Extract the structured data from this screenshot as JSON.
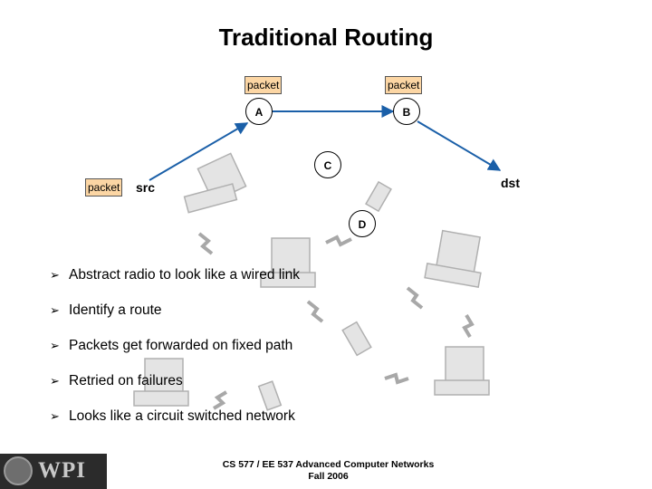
{
  "slide": {
    "title": "Traditional Routing",
    "packet_labels": [
      "packet",
      "packet",
      "packet"
    ],
    "nodes": {
      "a": "A",
      "b": "B",
      "c": "C",
      "d": "D"
    },
    "endpoints": {
      "src": "src",
      "dst": "dst"
    },
    "bullets": [
      "Abstract radio to look like a wired link",
      "Identify a route",
      "Packets get forwarded on fixed path",
      "Retried on failures",
      "Looks like a circuit switched network"
    ],
    "footer": {
      "line1": "CS 577 / EE 537 Advanced Computer Networks",
      "line2": "Fall 2006"
    }
  },
  "logo": {
    "text": "WPI"
  },
  "icons": {
    "bullet": "arrow-bullet-icon",
    "route": "route-arrow-icon",
    "node": "laptop-icon"
  },
  "colors": {
    "route": "#1a5fa8",
    "packet_fill": "#fcd6a4"
  }
}
